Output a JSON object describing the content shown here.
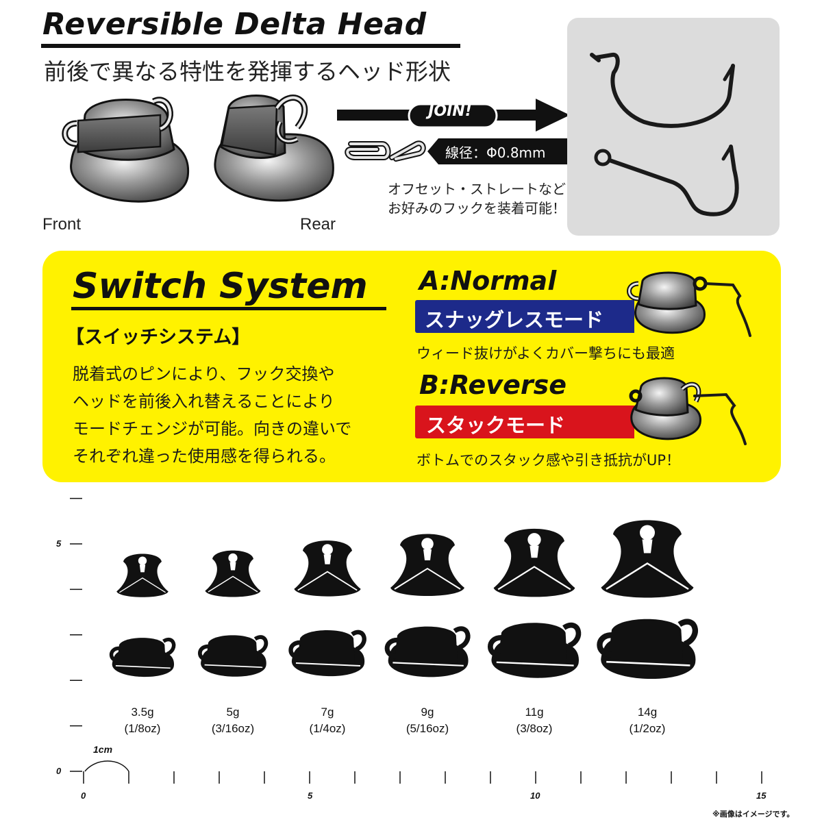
{
  "header": {
    "title": "Reversible Delta Head",
    "subtitle": "前後で異なる特性を発揮するヘッド形状"
  },
  "views": {
    "front_label": "Front",
    "rear_label": "Rear"
  },
  "join": {
    "label": "JOIN!",
    "wire_label": "線径：Φ0.8mm",
    "note_line1": "オフセット・ストレートなど",
    "note_line2": "お好みのフックを装着可能！"
  },
  "switch_system": {
    "title": "Switch System",
    "jp_title": "【スイッチシステム】",
    "description": [
      "脱着式のピンにより、フック交換や",
      "ヘッドを前後入れ替えることにより",
      "モードチェンジが可能。向きの違いで",
      "それぞれ違った使用感を得られる。"
    ]
  },
  "modes": [
    {
      "title": "A:Normal",
      "band_label": "スナッグレスモード",
      "band_color": "#1d2a8a",
      "description": "ウィード抜けがよくカバー撃ちにも最適"
    },
    {
      "title": "B:Reverse",
      "band_label": "スタックモード",
      "band_color": "#d9141c",
      "description": "ボトムでのスタック感や引き抵抗がUP！"
    }
  ],
  "sizes": [
    {
      "weight": "3.5g",
      "oz": "(1/8oz)"
    },
    {
      "weight": "5g",
      "oz": "(3/16oz)"
    },
    {
      "weight": "7g",
      "oz": "(1/4oz)"
    },
    {
      "weight": "9g",
      "oz": "(5/16oz)"
    },
    {
      "weight": "11g",
      "oz": "(3/8oz)"
    },
    {
      "weight": "14g",
      "oz": "(1/2oz)"
    }
  ],
  "ruler": {
    "unit_label": "1cm",
    "x_labels": [
      "0",
      "5",
      "10",
      "15"
    ],
    "y_labels": [
      "0",
      "5"
    ]
  },
  "footnote": "※画像はイメージです。",
  "colors": {
    "accent_yellow": "#fff200",
    "panel_gray": "#dcdcdc",
    "ink": "#111111"
  }
}
